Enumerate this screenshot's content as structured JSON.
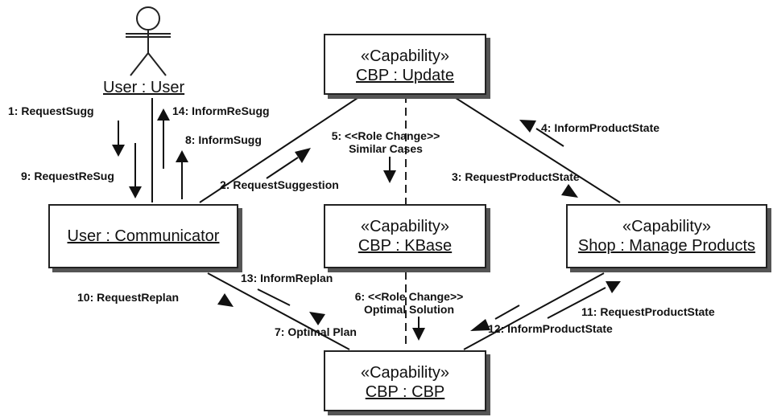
{
  "actor": {
    "name": "User : User"
  },
  "objects": {
    "update": {
      "stereotype": "«Capability»",
      "name": "CBP : Update"
    },
    "comm": {
      "name": "User : Communicator"
    },
    "kbase": {
      "stereotype": "«Capability»",
      "name": "CBP  : KBase"
    },
    "shop": {
      "stereotype": "«Capability»",
      "name": "Shop : Manage Products"
    },
    "cbp": {
      "stereotype": "«Capability»",
      "name": "CBP : CBP"
    }
  },
  "messages": {
    "m1": "1: RequestSugg",
    "m2": "2: RequestSuggestion",
    "m3": "3: RequestProductState",
    "m4": "4: InformProductState",
    "m5a": "5: <<Role Change>>",
    "m5b": "Similar Cases",
    "m6a": "6: <<Role Change>>",
    "m6b": "Optimal Solution",
    "m7": "7: Optimal Plan",
    "m8": "8: InformSugg",
    "m9": "9: RequestReSug",
    "m10": "10: RequestReplan",
    "m11": "11: RequestProductState",
    "m12": "12: InformProductState",
    "m13": "13: InformReplan",
    "m14": "14: InformReSugg"
  }
}
